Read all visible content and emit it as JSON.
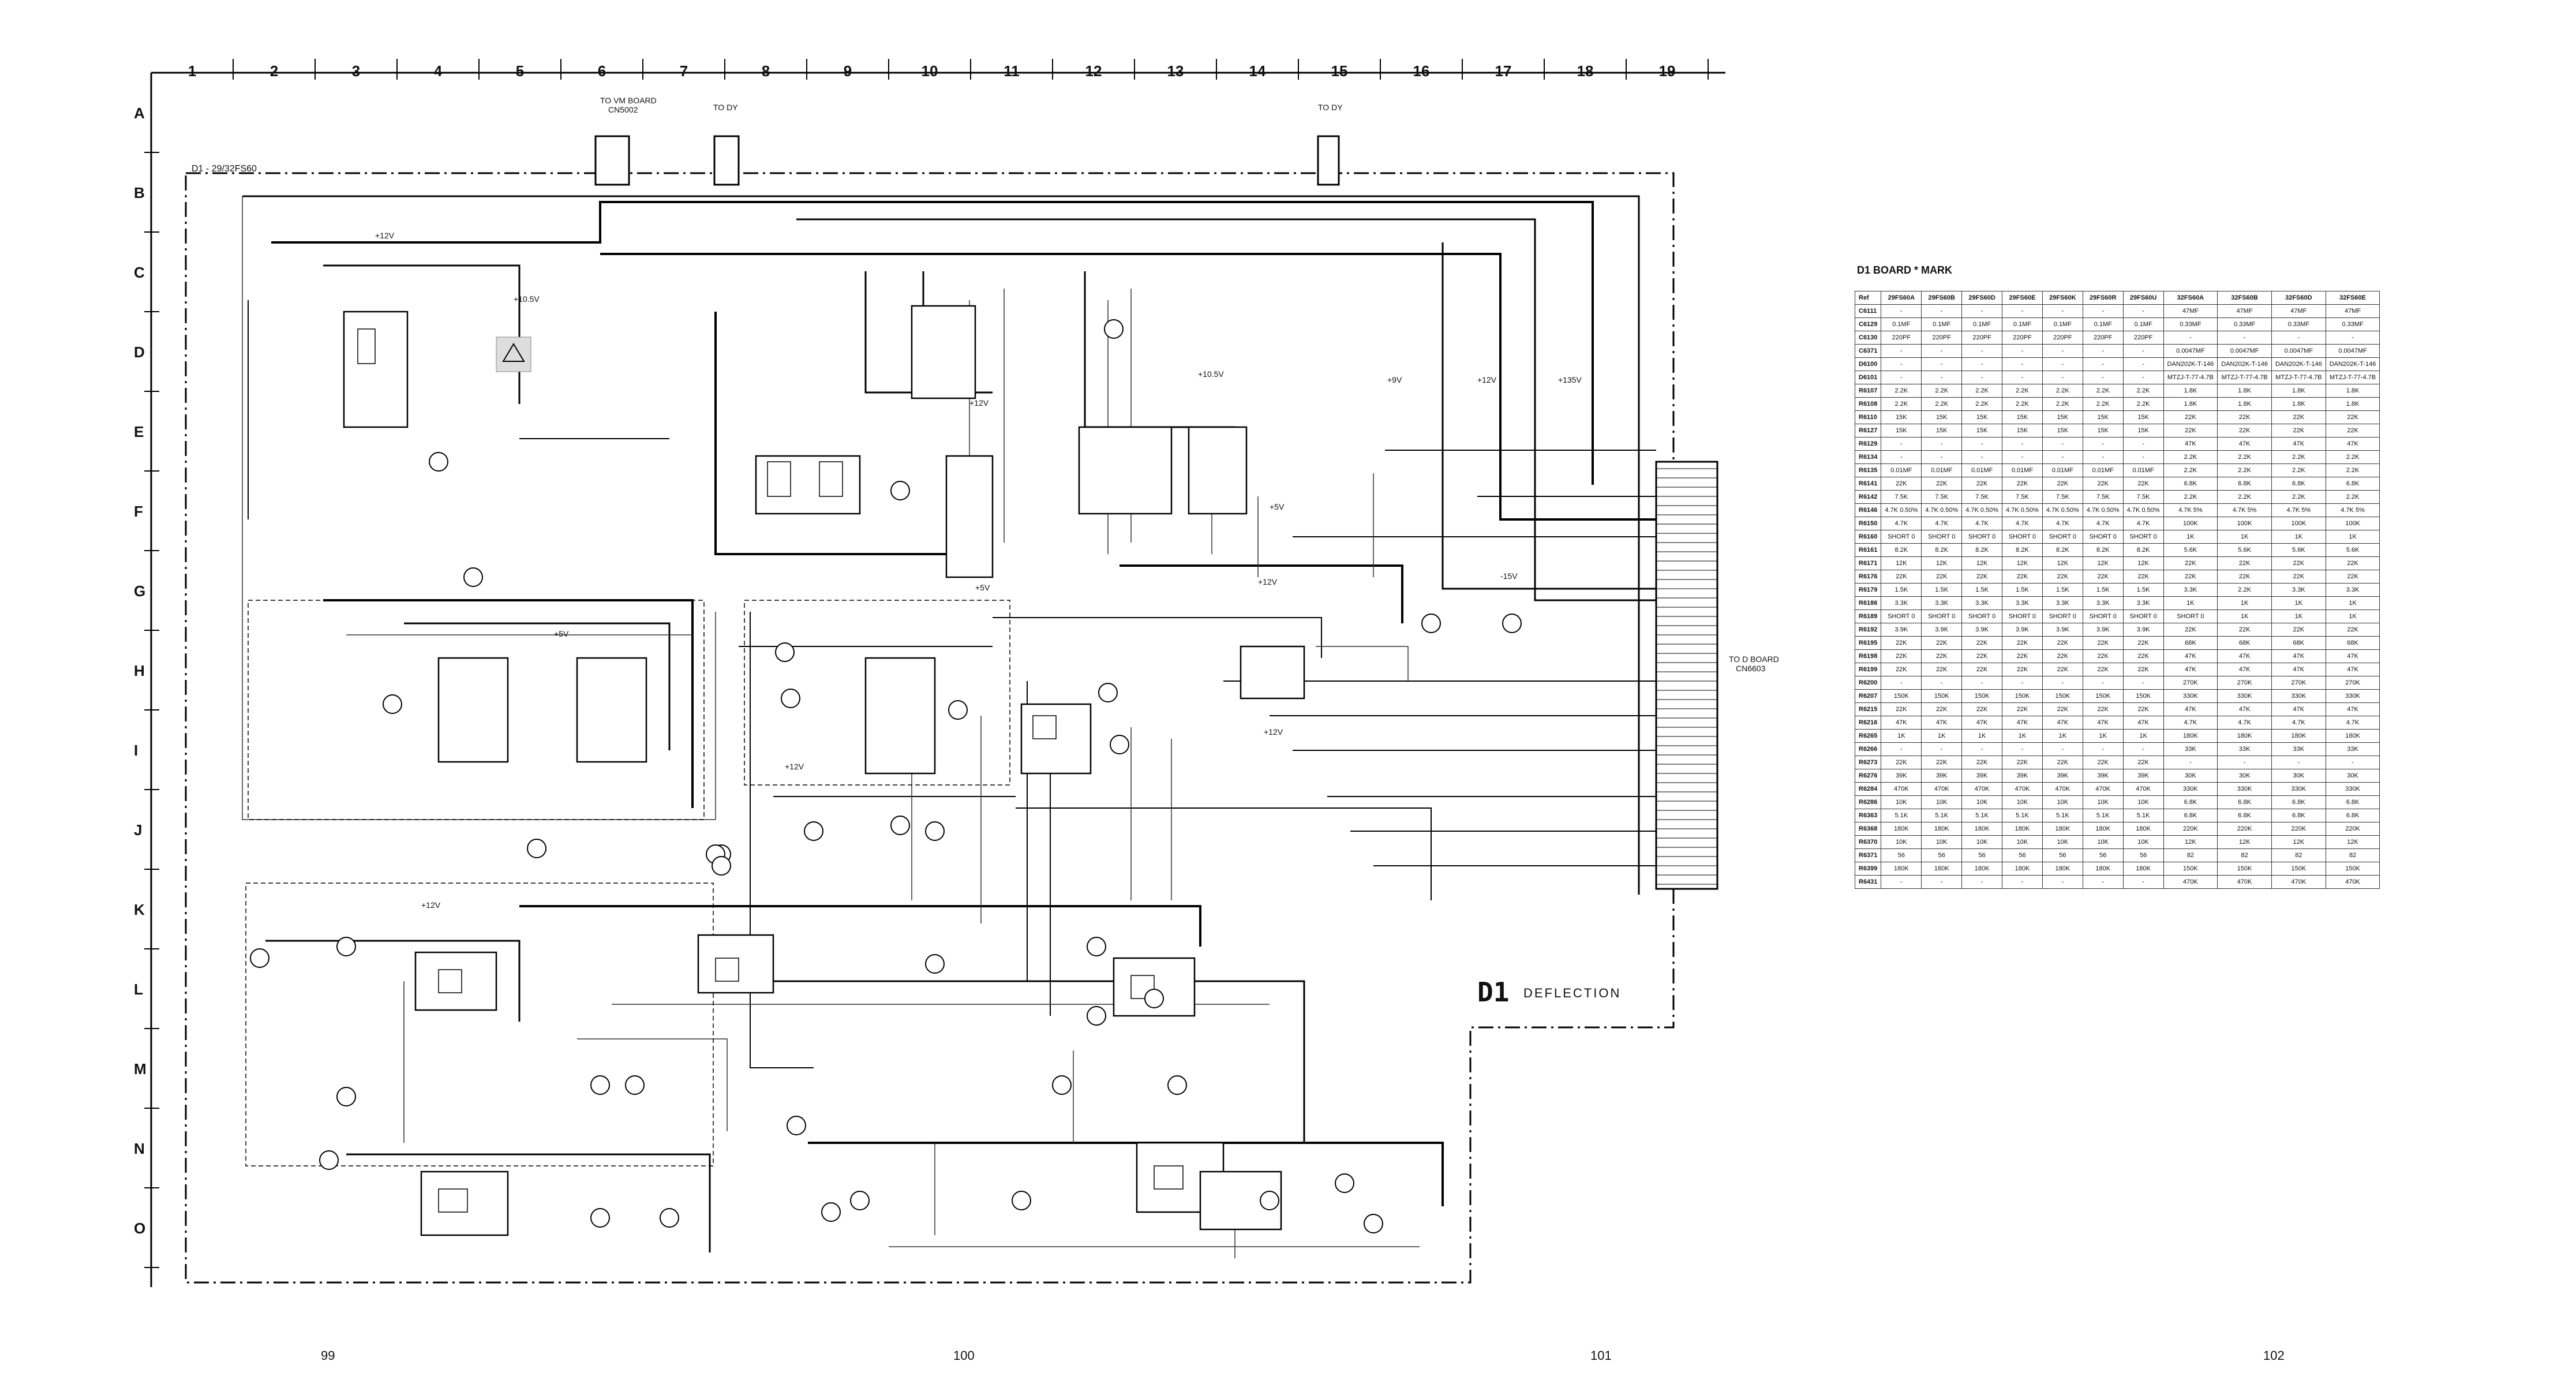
{
  "columns": [
    "1",
    "2",
    "3",
    "4",
    "5",
    "6",
    "7",
    "8",
    "9",
    "10",
    "11",
    "12",
    "13",
    "14",
    "15",
    "16",
    "17",
    "18",
    "19"
  ],
  "rows": [
    "A",
    "B",
    "C",
    "D",
    "E",
    "F",
    "G",
    "H",
    "I",
    "J",
    "K",
    "L",
    "M",
    "N",
    "O"
  ],
  "board_outline_label": "D1 - 29/32FS60",
  "connectors": {
    "top_vm": {
      "title": "TO VM BOARD",
      "id": "CN5002"
    },
    "top_dy1": {
      "title": "TO DY"
    },
    "top_dy2": {
      "title": "TO DY"
    },
    "right": {
      "title": "TO D BOARD",
      "id": "CN6603"
    }
  },
  "supply_labels": [
    "+12V",
    "+10.5V",
    "+12V",
    "+5V",
    "+135V",
    "+12V",
    "+9V",
    "+10.5V",
    "+5V",
    "+12V",
    "+5V",
    "+12V",
    "-15V",
    "+12V",
    "+12V"
  ],
  "board_title": "D1",
  "board_subtitle": "DEFLECTION",
  "page_numbers": [
    "99",
    "100",
    "101",
    "102"
  ],
  "mark_table": {
    "title": "D1 BOARD * MARK",
    "headers": [
      "Ref",
      "29FS60A",
      "29FS60B",
      "29FS60D",
      "29FS60E",
      "29FS60K",
      "29FS60R",
      "29FS60U",
      "32FS60A",
      "32FS60B",
      "32FS60D",
      "32FS60E"
    ],
    "rows": [
      [
        "C6111",
        "-",
        "-",
        "-",
        "-",
        "-",
        "-",
        "-",
        "47MF",
        "47MF",
        "47MF",
        "47MF"
      ],
      [
        "C6129",
        "0.1MF",
        "0.1MF",
        "0.1MF",
        "0.1MF",
        "0.1MF",
        "0.1MF",
        "0.1MF",
        "0.33MF",
        "0.33MF",
        "0.33MF",
        "0.33MF"
      ],
      [
        "C6130",
        "220PF",
        "220PF",
        "220PF",
        "220PF",
        "220PF",
        "220PF",
        "220PF",
        "-",
        "-",
        "-",
        "-"
      ],
      [
        "C6371",
        "-",
        "-",
        "-",
        "-",
        "-",
        "-",
        "-",
        "0.0047MF",
        "0.0047MF",
        "0.0047MF",
        "0.0047MF"
      ],
      [
        "D6100",
        "-",
        "-",
        "-",
        "-",
        "-",
        "-",
        "-",
        "DAN202K-T-146",
        "DAN202K-T-146",
        "DAN202K-T-146",
        "DAN202K-T-146"
      ],
      [
        "D6101",
        "-",
        "-",
        "-",
        "-",
        "-",
        "-",
        "-",
        "MTZJ-T-77-4.7B",
        "MTZJ-T-77-4.7B",
        "MTZJ-T-77-4.7B",
        "MTZJ-T-77-4.7B"
      ],
      [
        "R6107",
        "2.2K",
        "2.2K",
        "2.2K",
        "2.2K",
        "2.2K",
        "2.2K",
        "2.2K",
        "1.8K",
        "1.8K",
        "1.8K",
        "1.8K"
      ],
      [
        "R6108",
        "2.2K",
        "2.2K",
        "2.2K",
        "2.2K",
        "2.2K",
        "2.2K",
        "2.2K",
        "1.8K",
        "1.8K",
        "1.8K",
        "1.8K"
      ],
      [
        "R6110",
        "15K",
        "15K",
        "15K",
        "15K",
        "15K",
        "15K",
        "15K",
        "22K",
        "22K",
        "22K",
        "22K"
      ],
      [
        "R6127",
        "15K",
        "15K",
        "15K",
        "15K",
        "15K",
        "15K",
        "15K",
        "22K",
        "22K",
        "22K",
        "22K"
      ],
      [
        "R6129",
        "-",
        "-",
        "-",
        "-",
        "-",
        "-",
        "-",
        "47K",
        "47K",
        "47K",
        "47K"
      ],
      [
        "R6134",
        "-",
        "-",
        "-",
        "-",
        "-",
        "-",
        "-",
        "2.2K",
        "2.2K",
        "2.2K",
        "2.2K"
      ],
      [
        "R6135",
        "0.01MF",
        "0.01MF",
        "0.01MF",
        "0.01MF",
        "0.01MF",
        "0.01MF",
        "0.01MF",
        "2.2K",
        "2.2K",
        "2.2K",
        "2.2K"
      ],
      [
        "R6141",
        "22K",
        "22K",
        "22K",
        "22K",
        "22K",
        "22K",
        "22K",
        "6.8K",
        "6.8K",
        "6.8K",
        "6.8K"
      ],
      [
        "R6142",
        "7.5K",
        "7.5K",
        "7.5K",
        "7.5K",
        "7.5K",
        "7.5K",
        "7.5K",
        "2.2K",
        "2.2K",
        "2.2K",
        "2.2K"
      ],
      [
        "R6146",
        "4.7K 0.50%",
        "4.7K 0.50%",
        "4.7K 0.50%",
        "4.7K 0.50%",
        "4.7K 0.50%",
        "4.7K 0.50%",
        "4.7K 0.50%",
        "4.7K 5%",
        "4.7K 5%",
        "4.7K 5%",
        "4.7K 5%"
      ],
      [
        "R6150",
        "4.7K",
        "4.7K",
        "4.7K",
        "4.7K",
        "4.7K",
        "4.7K",
        "4.7K",
        "100K",
        "100K",
        "100K",
        "100K"
      ],
      [
        "R6160",
        "SHORT 0",
        "SHORT 0",
        "SHORT 0",
        "SHORT 0",
        "SHORT 0",
        "SHORT 0",
        "SHORT 0",
        "1K",
        "1K",
        "1K",
        "1K"
      ],
      [
        "R6161",
        "8.2K",
        "8.2K",
        "8.2K",
        "8.2K",
        "8.2K",
        "8.2K",
        "8.2K",
        "5.6K",
        "5.6K",
        "5.6K",
        "5.6K"
      ],
      [
        "R6171",
        "12K",
        "12K",
        "12K",
        "12K",
        "12K",
        "12K",
        "12K",
        "22K",
        "22K",
        "22K",
        "22K"
      ],
      [
        "R6176",
        "22K",
        "22K",
        "22K",
        "22K",
        "22K",
        "22K",
        "22K",
        "22K",
        "22K",
        "22K",
        "22K"
      ],
      [
        "R6179",
        "1.5K",
        "1.5K",
        "1.5K",
        "1.5K",
        "1.5K",
        "1.5K",
        "1.5K",
        "3.3K",
        "2.2K",
        "3.3K",
        "3.3K"
      ],
      [
        "R6186",
        "3.3K",
        "3.3K",
        "3.3K",
        "3.3K",
        "3.3K",
        "3.3K",
        "3.3K",
        "1K",
        "1K",
        "1K",
        "1K"
      ],
      [
        "R6189",
        "SHORT 0",
        "SHORT 0",
        "SHORT 0",
        "SHORT 0",
        "SHORT 0",
        "SHORT 0",
        "SHORT 0",
        "SHORT 0",
        "1K",
        "1K",
        "1K"
      ],
      [
        "R6192",
        "3.9K",
        "3.9K",
        "3.9K",
        "3.9K",
        "3.9K",
        "3.9K",
        "3.9K",
        "22K",
        "22K",
        "22K",
        "22K"
      ],
      [
        "R6195",
        "22K",
        "22K",
        "22K",
        "22K",
        "22K",
        "22K",
        "22K",
        "68K",
        "68K",
        "68K",
        "68K"
      ],
      [
        "R6198",
        "22K",
        "22K",
        "22K",
        "22K",
        "22K",
        "22K",
        "22K",
        "47K",
        "47K",
        "47K",
        "47K"
      ],
      [
        "R6199",
        "22K",
        "22K",
        "22K",
        "22K",
        "22K",
        "22K",
        "22K",
        "47K",
        "47K",
        "47K",
        "47K"
      ],
      [
        "R6200",
        "-",
        "-",
        "-",
        "-",
        "-",
        "-",
        "-",
        "270K",
        "270K",
        "270K",
        "270K"
      ],
      [
        "R6207",
        "150K",
        "150K",
        "150K",
        "150K",
        "150K",
        "150K",
        "150K",
        "330K",
        "330K",
        "330K",
        "330K"
      ],
      [
        "R6215",
        "22K",
        "22K",
        "22K",
        "22K",
        "22K",
        "22K",
        "22K",
        "47K",
        "47K",
        "47K",
        "47K"
      ],
      [
        "R6216",
        "47K",
        "47K",
        "47K",
        "47K",
        "47K",
        "47K",
        "47K",
        "4.7K",
        "4.7K",
        "4.7K",
        "4.7K"
      ],
      [
        "R6265",
        "1K",
        "1K",
        "1K",
        "1K",
        "1K",
        "1K",
        "1K",
        "180K",
        "180K",
        "180K",
        "180K"
      ],
      [
        "R6266",
        "-",
        "-",
        "-",
        "-",
        "-",
        "-",
        "-",
        "33K",
        "33K",
        "33K",
        "33K"
      ],
      [
        "R6273",
        "22K",
        "22K",
        "22K",
        "22K",
        "22K",
        "22K",
        "22K",
        "-",
        "-",
        "-",
        "-"
      ],
      [
        "R6276",
        "39K",
        "39K",
        "39K",
        "39K",
        "39K",
        "39K",
        "39K",
        "30K",
        "30K",
        "30K",
        "30K"
      ],
      [
        "R6284",
        "470K",
        "470K",
        "470K",
        "470K",
        "470K",
        "470K",
        "470K",
        "330K",
        "330K",
        "330K",
        "330K"
      ],
      [
        "R6286",
        "10K",
        "10K",
        "10K",
        "10K",
        "10K",
        "10K",
        "10K",
        "6.8K",
        "6.8K",
        "6.8K",
        "6.8K"
      ],
      [
        "R6363",
        "5.1K",
        "5.1K",
        "5.1K",
        "5.1K",
        "5.1K",
        "5.1K",
        "5.1K",
        "6.8K",
        "6.8K",
        "6.8K",
        "6.8K"
      ],
      [
        "R6368",
        "180K",
        "180K",
        "180K",
        "180K",
        "180K",
        "180K",
        "180K",
        "220K",
        "220K",
        "220K",
        "220K"
      ],
      [
        "R6370",
        "10K",
        "10K",
        "10K",
        "10K",
        "10K",
        "10K",
        "10K",
        "12K",
        "12K",
        "12K",
        "12K"
      ],
      [
        "R6371",
        "56",
        "56",
        "56",
        "56",
        "56",
        "56",
        "56",
        "82",
        "82",
        "82",
        "82"
      ],
      [
        "R6399",
        "180K",
        "180K",
        "180K",
        "180K",
        "180K",
        "180K",
        "180K",
        "150K",
        "150K",
        "150K",
        "150K"
      ],
      [
        "R6431",
        "-",
        "-",
        "-",
        "-",
        "-",
        "-",
        "-",
        "470K",
        "470K",
        "470K",
        "470K"
      ]
    ]
  }
}
